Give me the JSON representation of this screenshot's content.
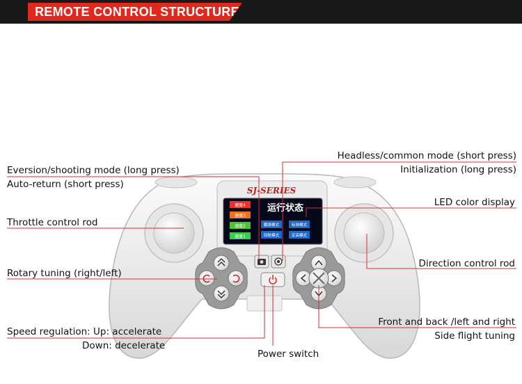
{
  "header": {
    "title": "REMOTE CONTROL STRUCTURE"
  },
  "colors": {
    "accent": "#e0281d",
    "header_bg": "#181818",
    "leader_line": "#d23030"
  },
  "controller": {
    "brand": "SJ-SERIES",
    "screen_title": "运行状态",
    "speed_levels": [
      "速度4",
      "速度3",
      "速度2",
      "速度1"
    ],
    "mode_items": [
      "翻滚模式",
      "标准模式",
      "回航模式",
      "定高模式"
    ]
  },
  "labels": {
    "eversion": "Eversion/shooting mode (long press)",
    "auto_return": "Auto-return (short press)",
    "throttle": "Throttle control rod",
    "rotary": "Rotary tuning (right/left)",
    "speed_up": "Speed regulation: Up: accelerate",
    "speed_down": "Down: decelerate",
    "power": "Power switch",
    "headless": "Headless/common mode (short press)",
    "init": "Initialization (long press)",
    "led": "LED color display",
    "direction": "Direction control rod",
    "front_back": "Front and back /left and right",
    "side_flight": "Side flight tuning"
  },
  "icons": {
    "camera": "camera-icon",
    "record": "record-icon",
    "power": "power-icon",
    "arrows": "arrow-icons"
  }
}
